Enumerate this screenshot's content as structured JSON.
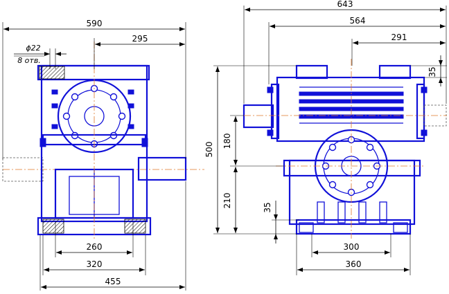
{
  "colors": {
    "body": "#1010d8",
    "center_lines": "#e0782a",
    "dimensions": "#000000"
  },
  "front_view": {
    "dim_590": "590",
    "dim_295": "295",
    "dim_phi22": "ϕ22",
    "dim_holes": "8 отв.",
    "dim_260": "260",
    "dim_320": "320",
    "dim_455": "455"
  },
  "side_view": {
    "dim_643": "643",
    "dim_564": "564",
    "dim_291": "291",
    "dim_35_top": "35",
    "dim_500": "500",
    "dim_180": "180",
    "dim_210": "210",
    "dim_35_bottom": "35",
    "dim_300": "300",
    "dim_360": "360"
  }
}
